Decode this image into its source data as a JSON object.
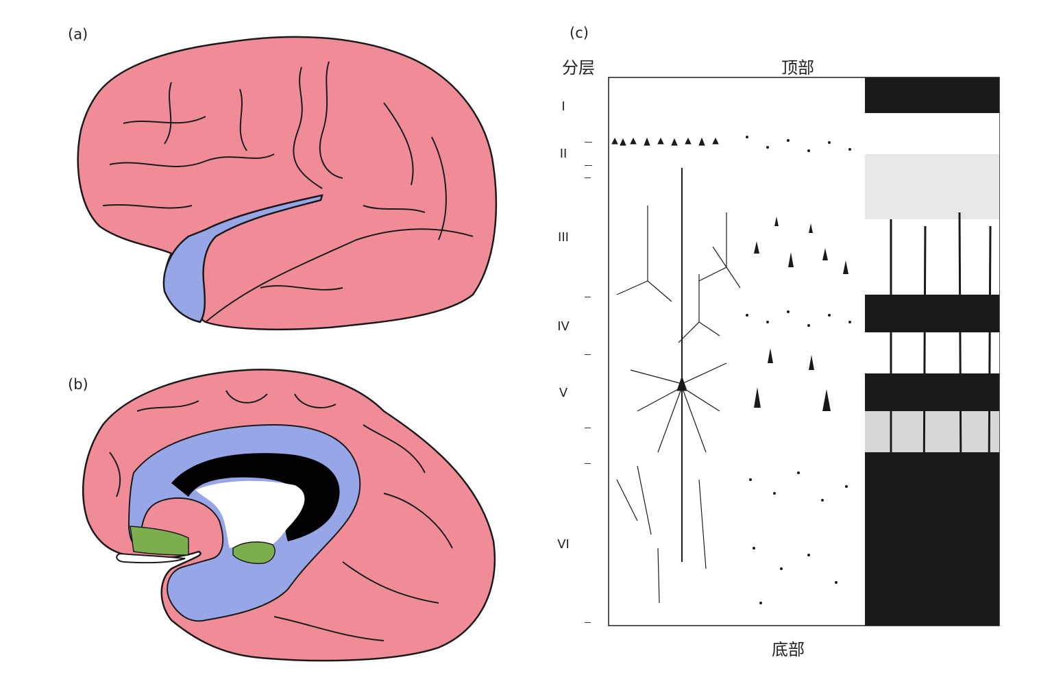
{
  "figure": {
    "panel_a_label": "(a)",
    "panel_b_label": "(b)",
    "panel_c_label": "(c)"
  },
  "cortex": {
    "layers_heading": "分层",
    "top_label": "顶部",
    "bottom_label": "底部",
    "layers": [
      "I",
      "II",
      "III",
      "IV",
      "V",
      "VI"
    ]
  },
  "colors": {
    "neocortex": "#f08c98",
    "limbic": "#97a6e6",
    "olfactory": "#7cae4d",
    "corpus_callosum": "#000000",
    "outline": "#1a1a1a"
  }
}
